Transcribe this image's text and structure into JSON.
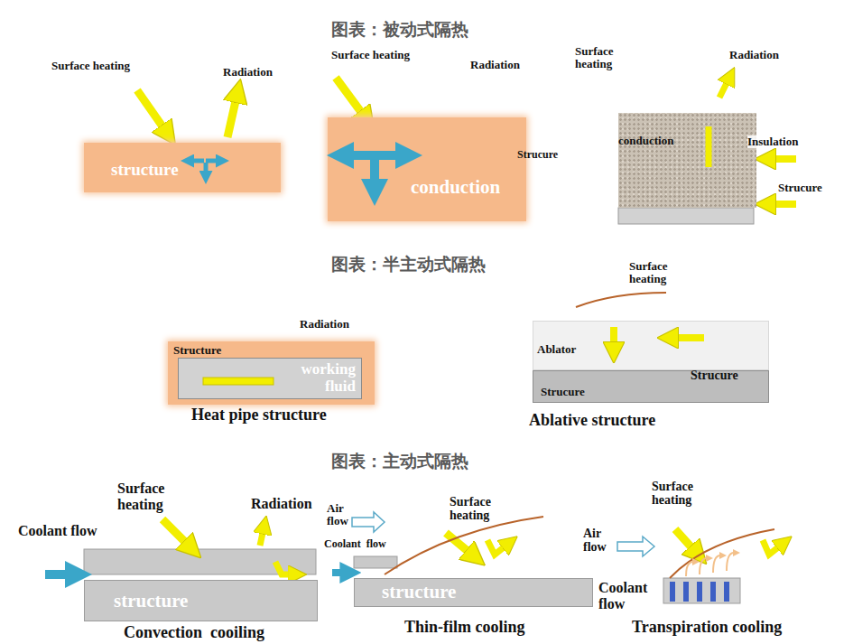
{
  "diagram": {
    "nodes": [
      {
        "text": [
          "structure"
        ]
      },
      {
        "text": [
          "conduction"
        ]
      },
      {
        "text": [
          "conduction"
        ]
      },
      {
        "text": [
          "Structure"
        ]
      },
      {
        "text": [
          "working fluid"
        ],
        "in": 3
      },
      {
        "text": [
          "Ablator"
        ]
      },
      {
        "text": [
          "Strucure"
        ]
      },
      {
        "text": [
          "structure"
        ]
      },
      {
        "text": [
          "structure"
        ]
      }
    ],
    "labels": [
      "图表：被动式隔热",
      "Surface heating",
      "Radiation",
      "Surface heating",
      "Radiation",
      "Strucure",
      "Surface heating",
      "Radiation",
      "Insulation",
      "Strucure",
      "图表：半主动式隔热",
      "Radiation",
      "Heat pipe structure",
      "Surface heating",
      "Strucure",
      "Ablative structure",
      "图表：主动式隔热",
      "Coolant flow",
      "Surface heating",
      "Radiation",
      "Convection  cooiling",
      "Air flow",
      "Coolant  flow",
      "Surface heating",
      "Thin-film cooling",
      "Air flow",
      "Surface heating",
      "Coolant flow",
      "Transpiration cooling"
    ]
  }
}
